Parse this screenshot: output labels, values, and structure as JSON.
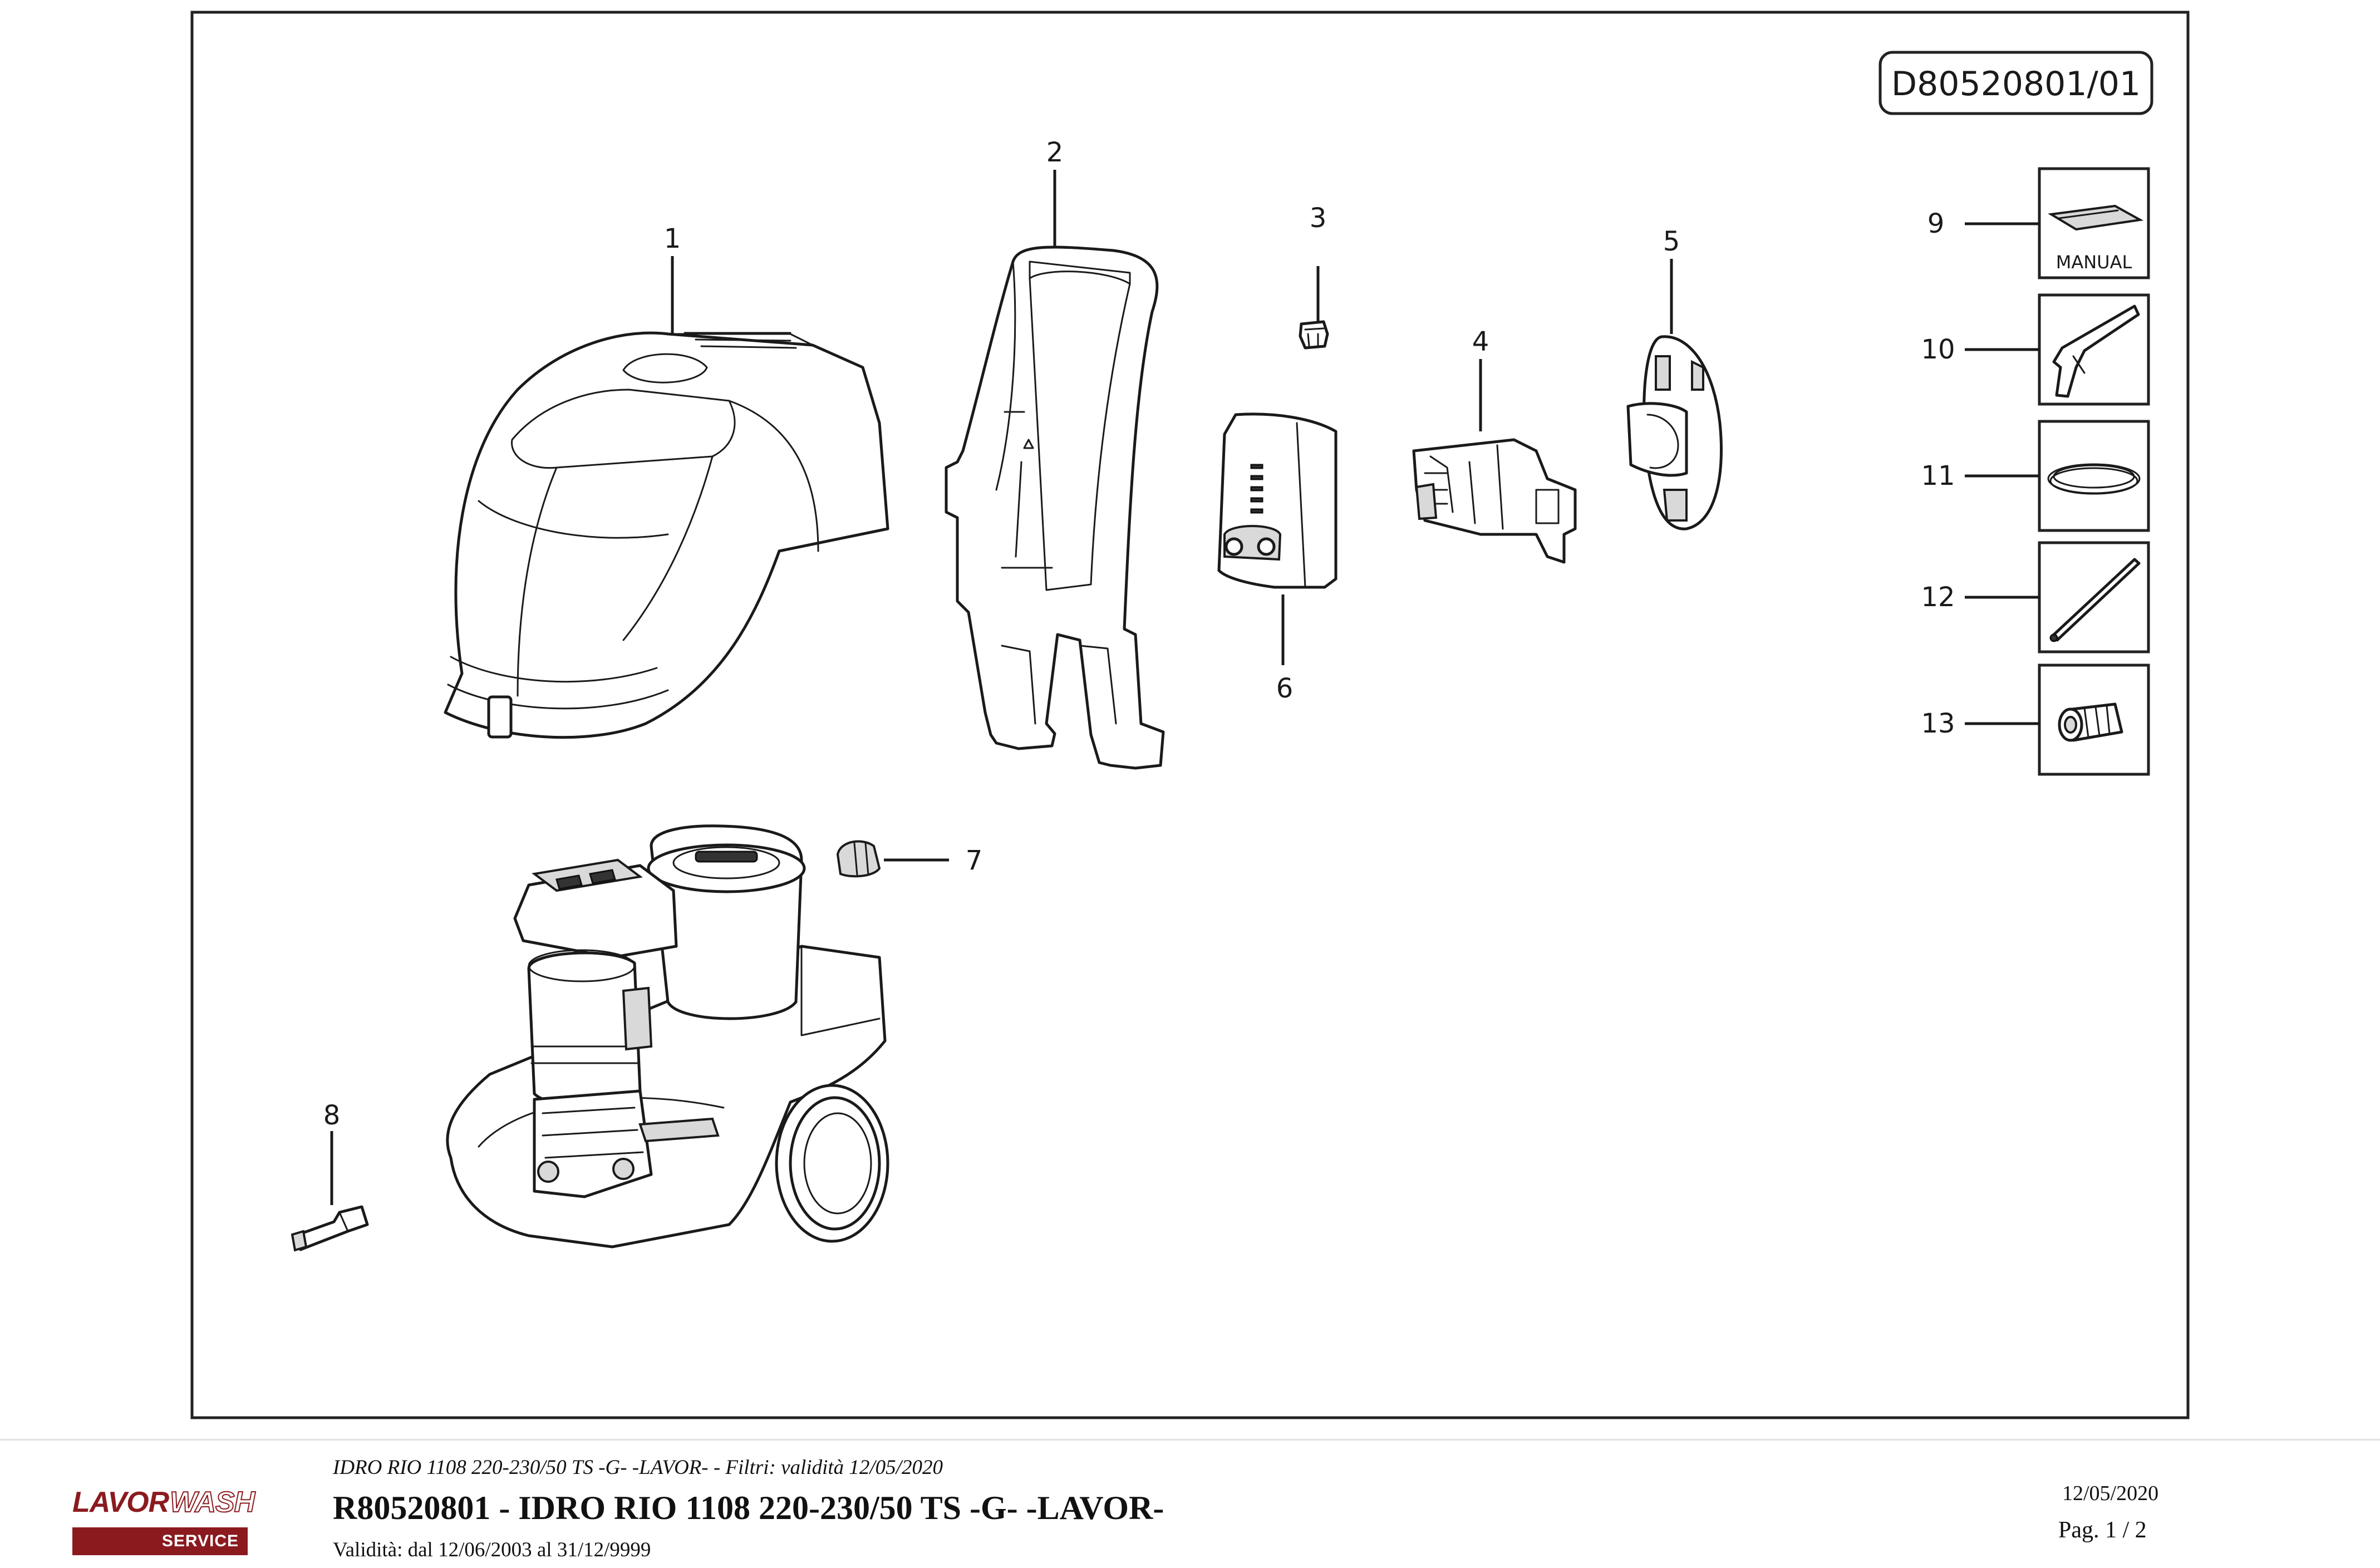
{
  "drawing": {
    "code": "D80520801/01",
    "callouts": [
      "1",
      "2",
      "3",
      "4",
      "5",
      "6",
      "7",
      "8",
      "9",
      "10",
      "11",
      "12",
      "13"
    ],
    "manual_label": "MANUAL"
  },
  "footer": {
    "subtitle": "IDRO RIO 1108 220-230/50 TS -G- -LAVOR- - Filtri: validità 12/05/2020",
    "title": "R80520801 - IDRO RIO 1108 220-230/50 TS -G- -LAVOR-",
    "validity": "Validità: dal 12/06/2003 al 31/12/9999",
    "date": "12/05/2020",
    "page": "Pag. 1 / 2"
  },
  "logo": {
    "brand": "LAVOR",
    "brand_suffix": "WASH",
    "service": "SERVICE",
    "brand_color": "#8b1a1f"
  }
}
